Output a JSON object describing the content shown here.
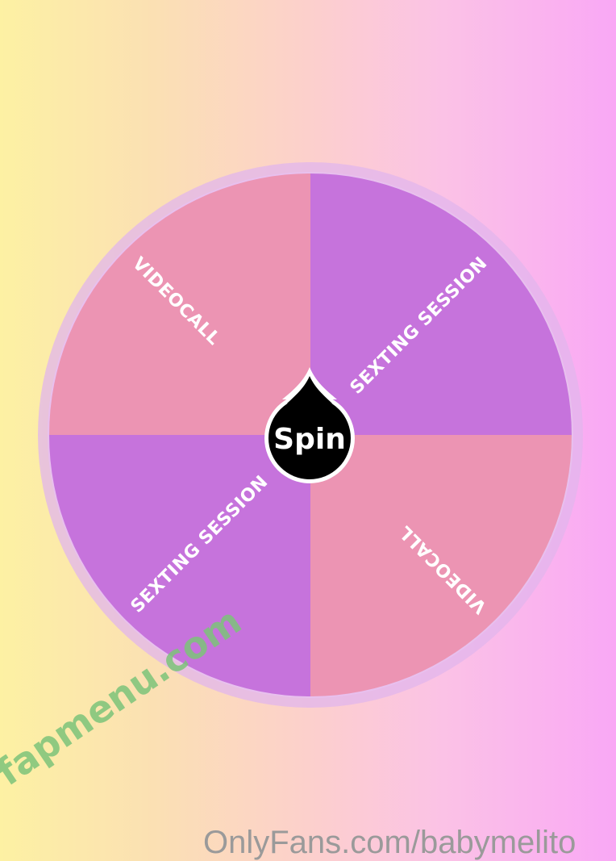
{
  "wheel": {
    "segments": [
      {
        "label": "VIDEOCALL",
        "color": "#ec94b3"
      },
      {
        "label": "SEXTING SESSION",
        "color": "#c673dc"
      },
      {
        "label": "VIDEOCALL",
        "color": "#ec94b3"
      },
      {
        "label": "SEXTING SESSION",
        "color": "#c673dc"
      }
    ],
    "rim_color": "#e2b6ec"
  },
  "spin_button": {
    "label": "Spin",
    "color": "#000000"
  },
  "watermark": {
    "text": "fapmenu.com",
    "color": "#7dc47a"
  },
  "footer": {
    "text": "OnlyFans.com/babymelito"
  }
}
